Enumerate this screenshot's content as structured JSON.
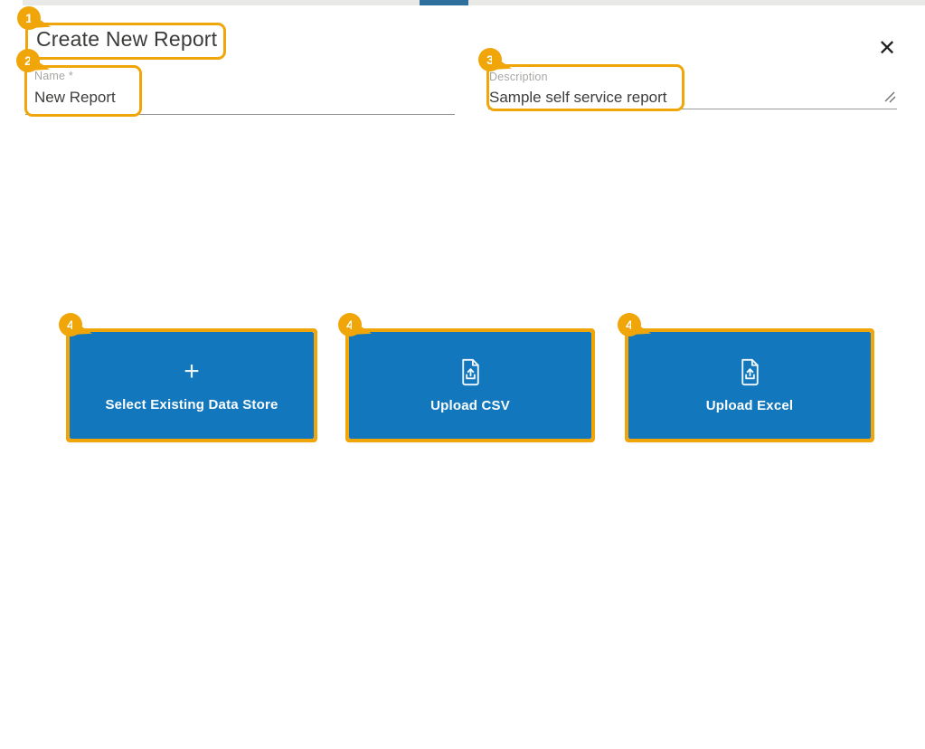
{
  "dialog": {
    "title": "Create New Report",
    "fields": {
      "name": {
        "label": "Name *",
        "value": "New Report"
      },
      "description": {
        "label": "Description",
        "value": "Sample self service report"
      }
    },
    "data_source_options": [
      {
        "label": "Select Existing Data Store",
        "icon": "plus-icon"
      },
      {
        "label": "Upload CSV",
        "icon": "file-upload-icon"
      },
      {
        "label": "Upload Excel",
        "icon": "file-upload-icon"
      }
    ]
  },
  "icons": {
    "close": "✕",
    "plus": "+"
  },
  "annotations": [
    {
      "label": "1",
      "target": "dialog-title"
    },
    {
      "label": "2",
      "target": "name-field"
    },
    {
      "label": "3",
      "target": "description-field"
    },
    {
      "label": "4",
      "target": "select-existing-data-store-button"
    },
    {
      "label": "4",
      "target": "upload-csv-button"
    },
    {
      "label": "4",
      "target": "upload-excel-button"
    }
  ],
  "colors": {
    "card_blue": "#1277BD",
    "annotation_orange": "#F0A608",
    "tab_indicator_blue": "#2E6F9E",
    "title_text": "#3B3B3A",
    "label_gray": "#A6A6A4"
  }
}
